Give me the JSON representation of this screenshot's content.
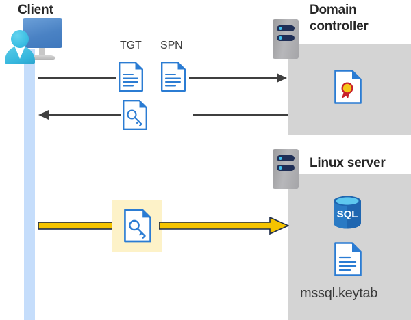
{
  "diagram": {
    "title_client": "Client",
    "title_domain_controller": "Domain controller",
    "title_linux_server": "Linux server",
    "labels": {
      "tgt": "TGT",
      "spn": "SPN",
      "keytab_file": "mssql.keytab",
      "sql_text": "SQL"
    },
    "icons": {
      "client": "client-workstation-icon",
      "dc_server": "server-rack-icon",
      "linux_server": "server-rack-icon",
      "tgt_doc": "document-icon",
      "spn_doc": "document-icon",
      "ticket_doc": "document-key-icon",
      "service_ticket_doc": "document-key-icon",
      "certificate": "certificate-document-icon",
      "database": "sql-database-icon",
      "keytab_doc": "document-icon"
    },
    "flows": [
      {
        "name": "request-tgt-spn",
        "direction": "client-to-dc",
        "color": "#3f3f3f"
      },
      {
        "name": "issue-ticket",
        "direction": "dc-to-client",
        "color": "#3f3f3f"
      },
      {
        "name": "present-service-ticket",
        "direction": "client-to-linux",
        "color": "#f5c400"
      }
    ],
    "colors": {
      "panel_gray": "#d4d4d4",
      "lifeline_blue": "#c5ddfb",
      "highlight_yellow": "#fdf2c8",
      "arrow_gray": "#3f3f3f",
      "arrow_yellow": "#f5c400",
      "arrow_yellow_outline": "#1c2b4a",
      "doc_blue": "#2b7cd3",
      "sql_blue": "#1f66b0",
      "cert_gold": "#f5c518",
      "cert_red": "#c8202a",
      "title_text": "#262626"
    }
  }
}
